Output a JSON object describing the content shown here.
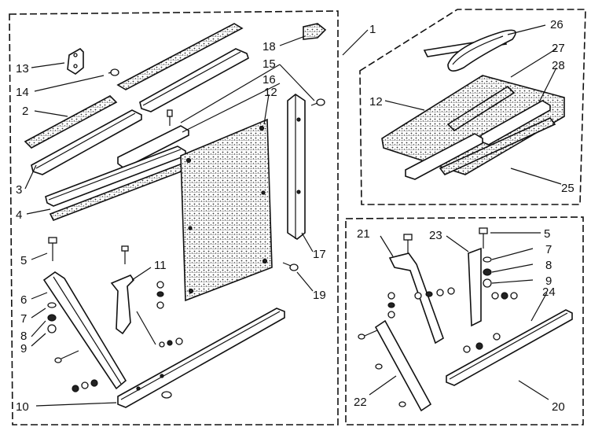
{
  "callouts": {
    "c1": "1",
    "c2": "2",
    "c3": "3",
    "c4": "4",
    "c5": "5",
    "c6": "6",
    "c7": "7",
    "c8": "8",
    "c9": "9",
    "c10": "10",
    "c11": "11",
    "c12": "12",
    "c13": "13",
    "c14": "14",
    "c15": "15",
    "c16": "16",
    "c17": "17",
    "c18": "18",
    "c19": "19",
    "c20": "20",
    "c21": "21",
    "c22": "22",
    "c23": "23",
    "c24": "24",
    "c25": "25",
    "c26": "26",
    "c27": "27",
    "c28": "28"
  },
  "colors": {
    "ink": "#111111",
    "paper": "#ffffff",
    "stipple": "#333333"
  }
}
